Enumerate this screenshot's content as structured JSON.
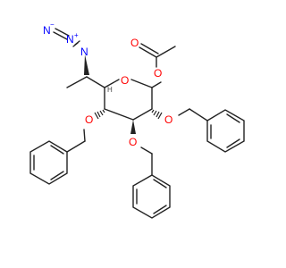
{
  "molecule": {
    "atoms": {
      "azide_n1": "N",
      "azide_n2": "N",
      "azide_n2_charge": "+",
      "azide_n3": "N",
      "azide_n3_charge": "−",
      "ring_o": "O",
      "ester_o_single": "O",
      "ester_o_double": "O",
      "o_c2": "O",
      "o_c3": "O",
      "o_c4": "O",
      "stereo_h": "H"
    },
    "colors": {
      "oxygen": "#ff0000",
      "nitrogen": "#0000ff",
      "carbon": "#222222",
      "hydrogen": "#444444"
    }
  }
}
